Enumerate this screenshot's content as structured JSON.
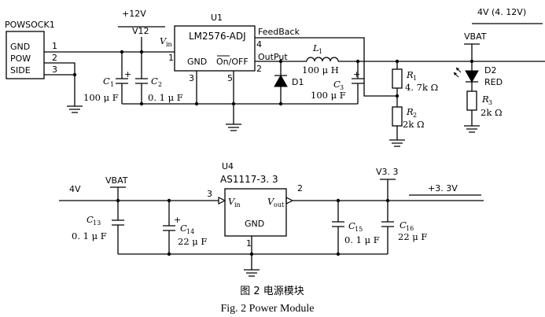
{
  "upper": {
    "connector": {
      "ref": "POWSOCK1",
      "pins": [
        {
          "name": "GND",
          "num": "1"
        },
        {
          "name": "POW",
          "num": "2"
        },
        {
          "name": "SIDE",
          "num": "3"
        }
      ]
    },
    "supply_label": "+12V",
    "supply_net": "V12",
    "regulator": {
      "ref": "U1",
      "part": "LM2576-ADJ",
      "vin": "V",
      "vin_sub": "in",
      "gnd": "GND",
      "onoff": "On/OFF",
      "feedback": "FeedBack",
      "output": "OutPut",
      "pins": {
        "vin": "1",
        "output": "2",
        "gnd": "3",
        "feedback": "4",
        "onoff": "5"
      }
    },
    "c1": {
      "ref": "C",
      "sub": "1",
      "value": "100 μ F",
      "polarity": "+"
    },
    "c2": {
      "ref": "C",
      "sub": "2",
      "value": "0. 1 μ F"
    },
    "inductor": {
      "ref": "L",
      "sub": "1",
      "value": "100 μ H"
    },
    "d1": {
      "ref": "D1"
    },
    "c3": {
      "ref": "C",
      "sub": "3",
      "value": "100 μ F",
      "polarity": "+"
    },
    "r1": {
      "ref": "R",
      "sub": "1",
      "value": "4. 7k Ω"
    },
    "r2": {
      "ref": "R",
      "sub": "2",
      "value": "2k Ω"
    },
    "output_net": "4V (4. 12V)",
    "vbat": "VBAT",
    "d2": {
      "ref": "D2",
      "value": "RED"
    },
    "r3": {
      "ref": "R",
      "sub": "3",
      "value": "2k Ω"
    }
  },
  "lower": {
    "input_net": "4V",
    "vbat": "VBAT",
    "regulator": {
      "ref": "U4",
      "part": "AS1117-3. 3",
      "vin": "V",
      "vin_sub": "in",
      "vout": "V",
      "vout_sub": "out",
      "gnd": "GND",
      "pins": {
        "vin": "3",
        "vout": "2",
        "gnd": "1"
      }
    },
    "c13": {
      "ref": "C",
      "sub": "13",
      "value": "0. 1 μ F"
    },
    "c14": {
      "ref": "C",
      "sub": "14",
      "value": "22 μ F",
      "polarity": "+"
    },
    "c15": {
      "ref": "C",
      "sub": "15",
      "value": "0. 1 μ F"
    },
    "c16": {
      "ref": "C",
      "sub": "16",
      "value": "22 μ F"
    },
    "v33_net": "V3. 3",
    "output_net": "+3. 3V"
  },
  "caption": {
    "zh": "图 2   电源模块",
    "en": "Fig. 2   Power Module"
  }
}
